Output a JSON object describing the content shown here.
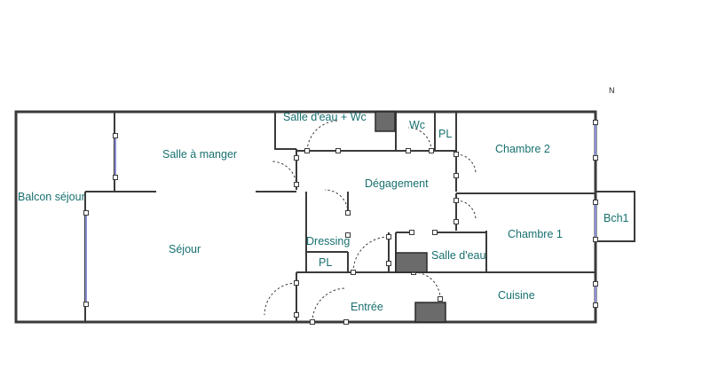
{
  "compass": {
    "north": "N"
  },
  "rooms": {
    "salle_eau_wc": "Salle d'eau + Wc",
    "wc": "Wc",
    "pl_top": "PL",
    "chambre_2": "Chambre 2",
    "salle_a_manger": "Salle à manger",
    "balcon_sejour": "Balcon séjour",
    "degagement": "Dégagement",
    "bch1": "Bch1",
    "sejour": "Séjour",
    "dressing": "Dressing",
    "chambre_1": "Chambre 1",
    "pl_bottom": "PL",
    "salle_deau": "Salle d'eau",
    "cuisine": "Cuisine",
    "entree": "Entrée"
  },
  "colors": {
    "label": "#17706f",
    "wall": "#3a3a3a",
    "window": "#8a8fd6",
    "fixture": "#6b6b6b"
  }
}
